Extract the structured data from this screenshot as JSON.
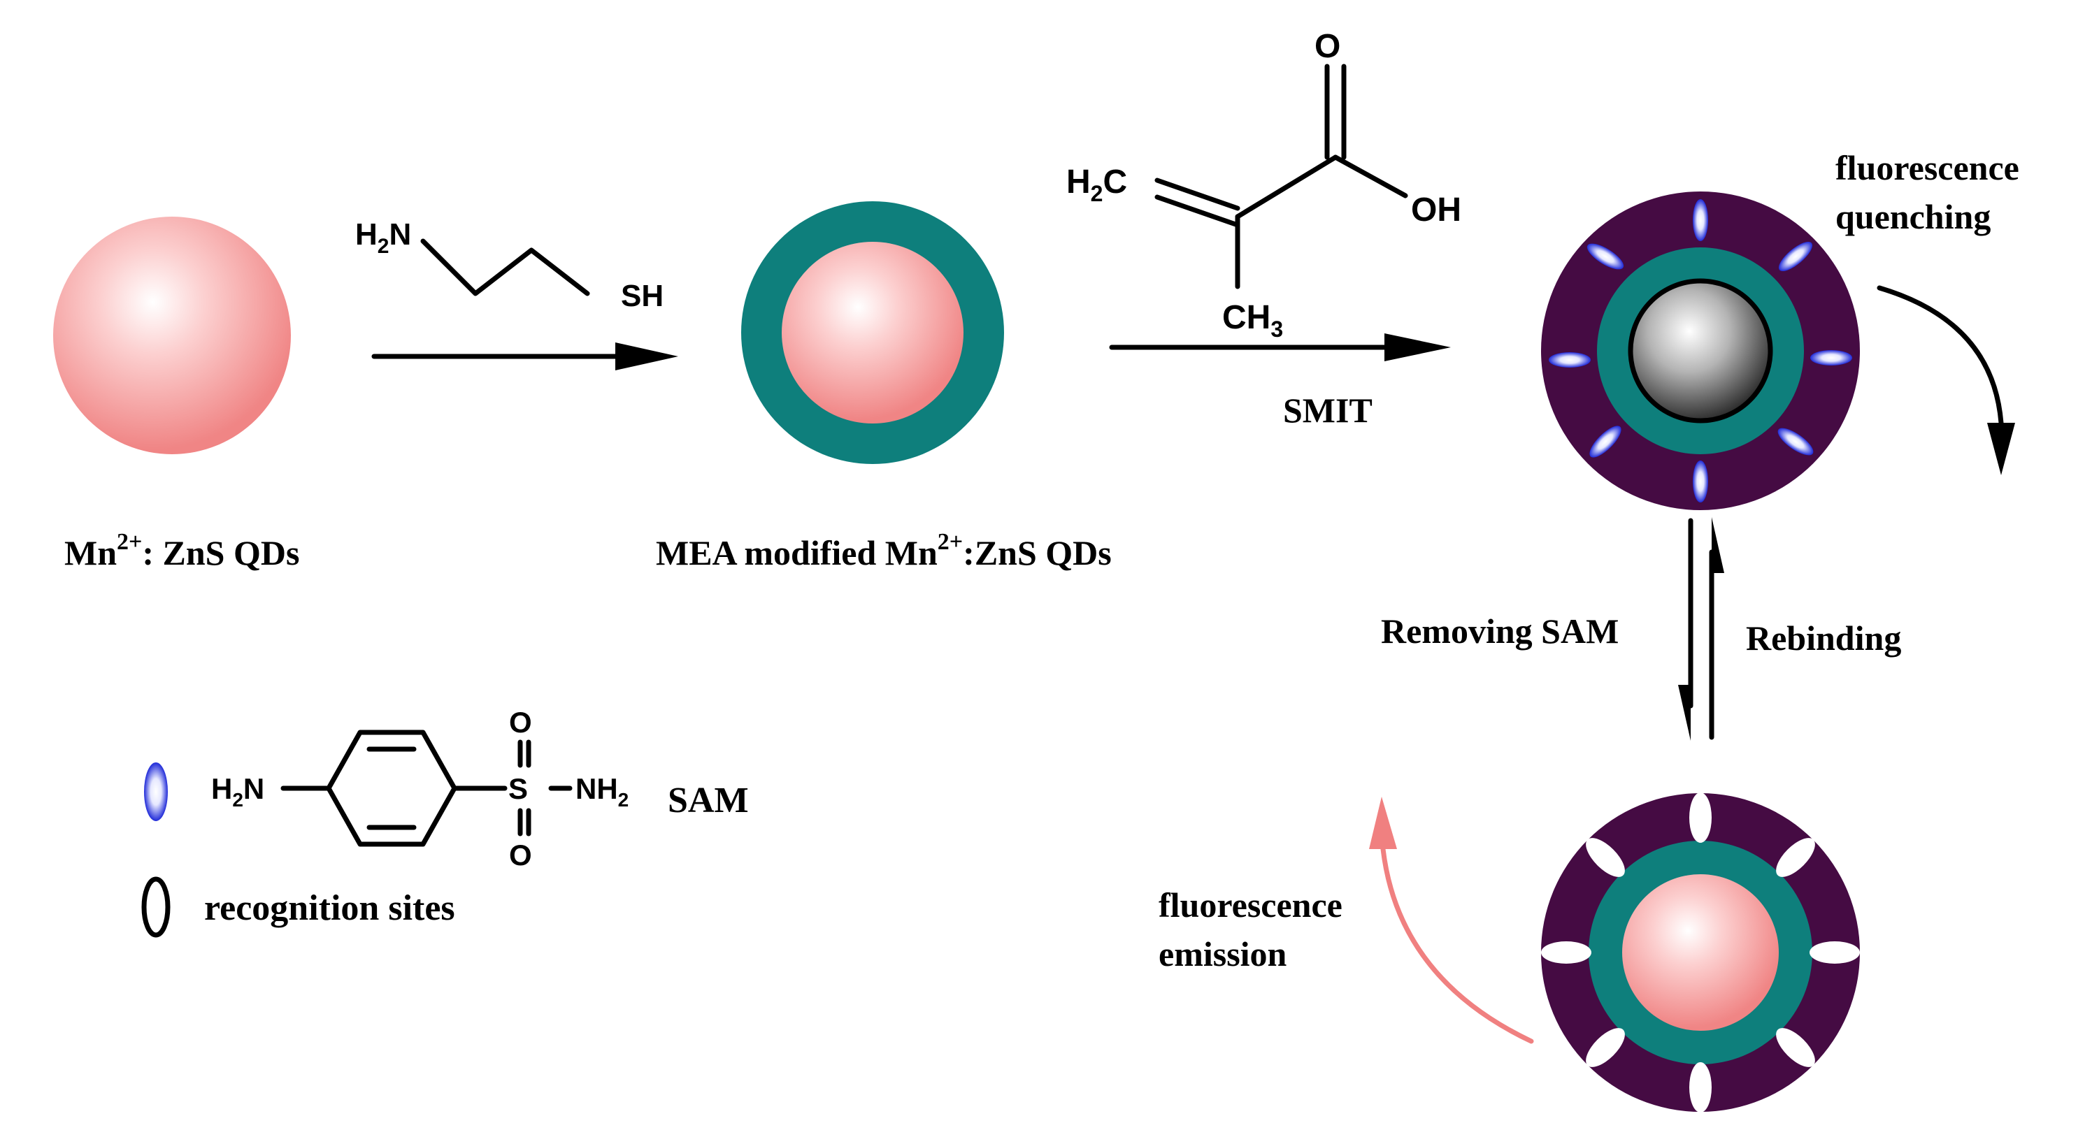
{
  "colors": {
    "qd_core": "#f28a8a",
    "mea_shell": "#0e7f7c",
    "mip_layer": "#450b43",
    "template": "#1f2ad8",
    "emission_arrow": "#f08080"
  },
  "labels": {
    "qd": {
      "prefix": "Mn",
      "sup": "2+",
      "suffix": ": ZnS QDs"
    },
    "mea_qd": {
      "prefix": "MEA modified Mn",
      "sup": "2+",
      "suffix": ":ZnS QDs"
    },
    "smit": "SMIT",
    "quenching_line1": "fluorescence",
    "quenching_line2": "quenching",
    "removing": "Removing SAM",
    "rebinding": "Rebinding",
    "emission_line1": "fluorescence",
    "emission_line2": "emission",
    "sam": "SAM",
    "recognition_sites": "recognition sites"
  },
  "chem": {
    "mea": {
      "amine": "H",
      "amine_sub": "2",
      "amine_n": "N",
      "thiol": "SH"
    },
    "maa": {
      "carbonyl_o": "O",
      "hydroxyl": "OH",
      "vinyl_h": "H",
      "vinyl_sub": "2",
      "vinyl_c": "C",
      "methyl": "CH",
      "methyl_sub": "3"
    },
    "sam": {
      "amine": "H",
      "amine_sub": "2",
      "amine_n": "N",
      "sulfur": "S",
      "oxygen_top": "O",
      "oxygen_bottom": "O",
      "amide": "NH",
      "amide_sub": "2"
    }
  }
}
